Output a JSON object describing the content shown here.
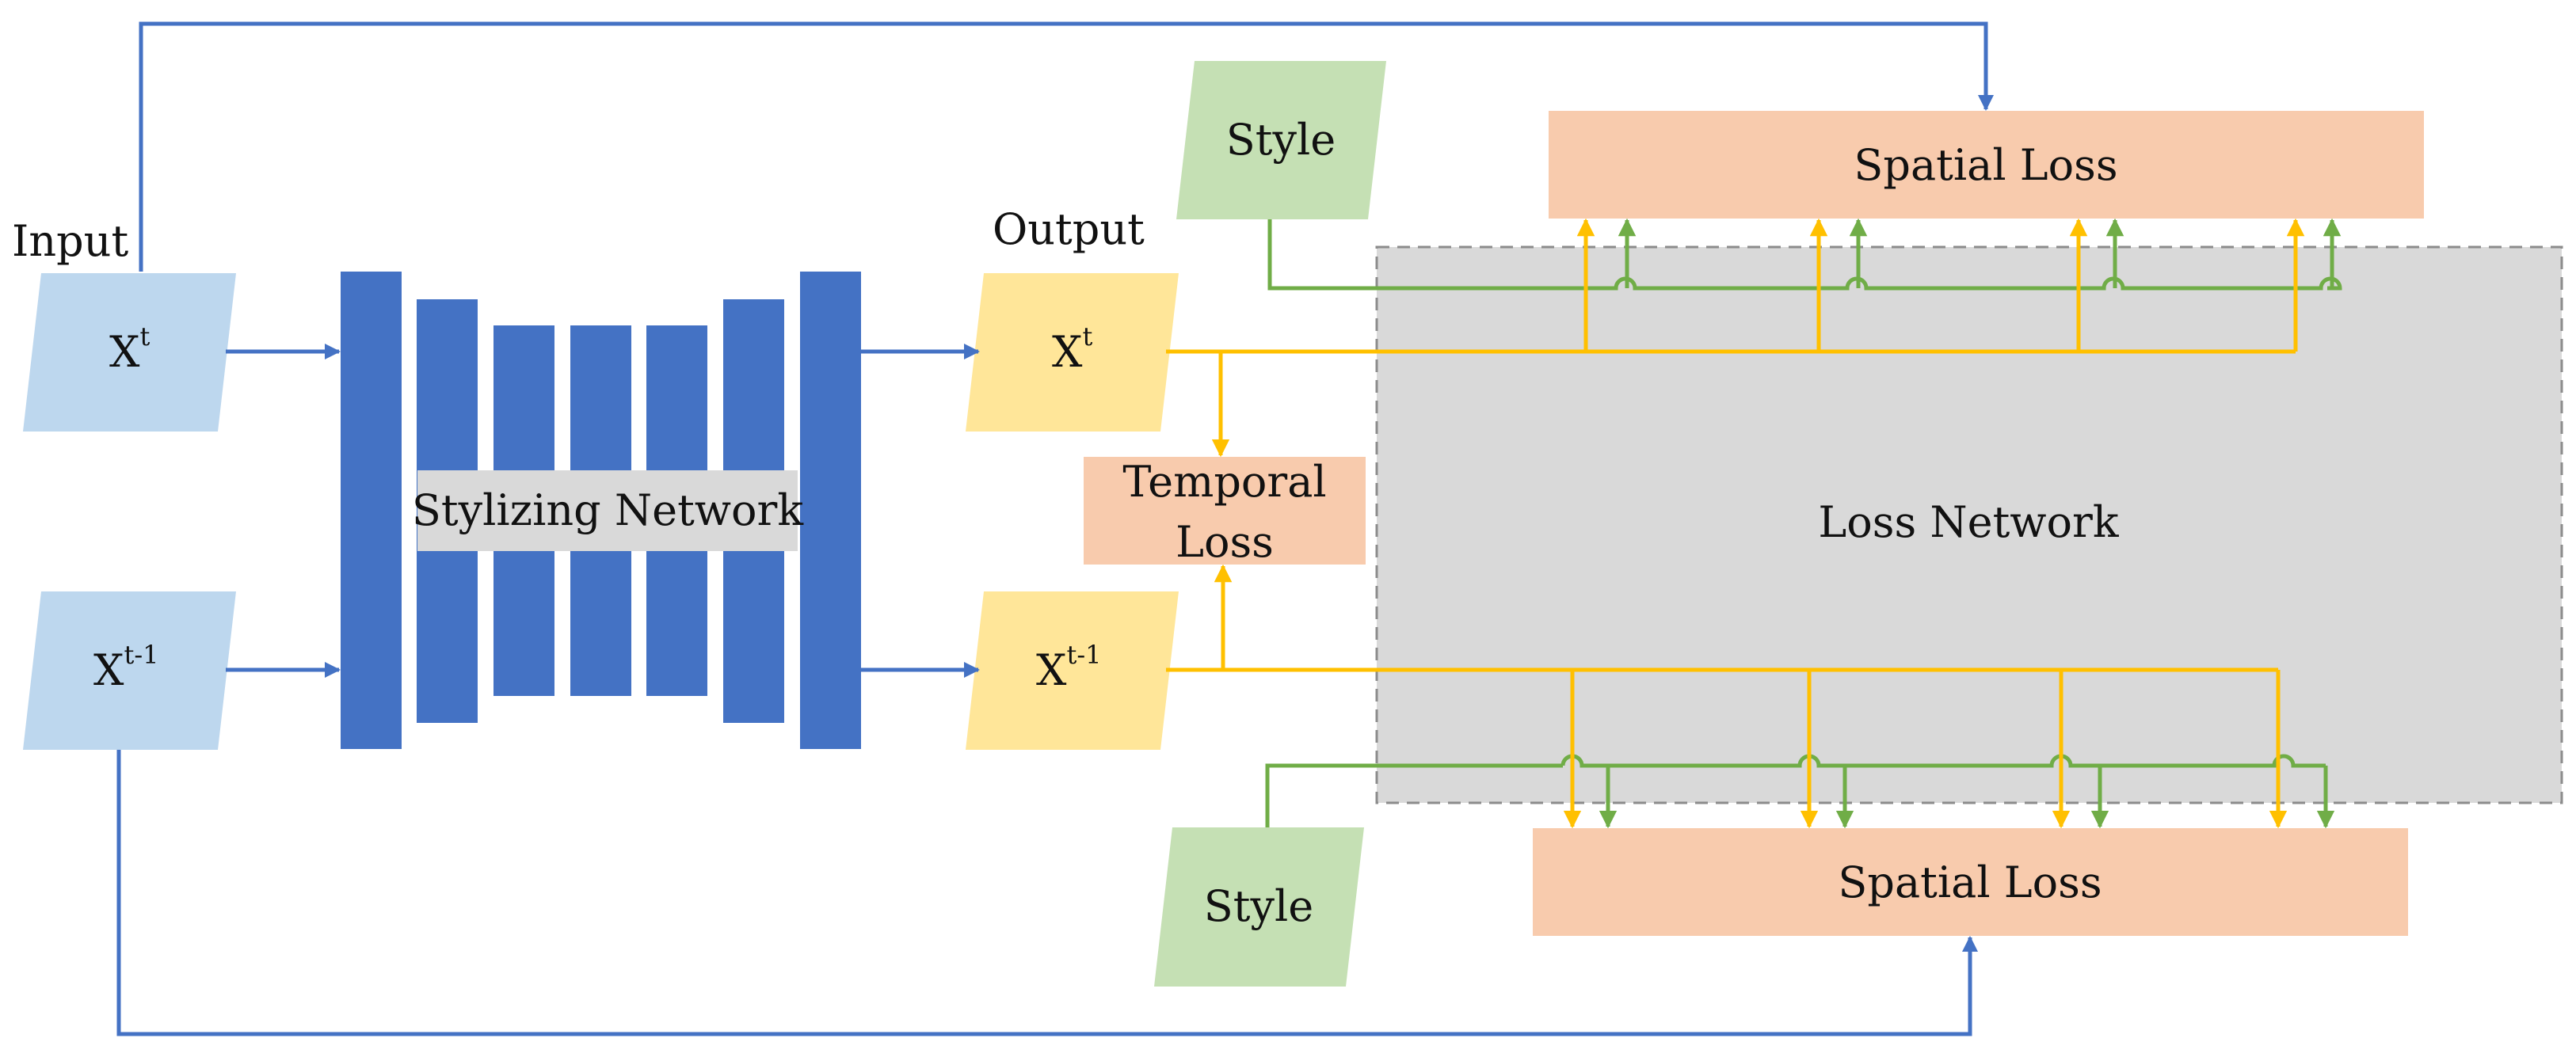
{
  "colors": {
    "input_fill": "#BDD7EE",
    "output_fill": "#FFE699",
    "style_fill": "#C5E0B4",
    "loss_fill": "#F8CBAD",
    "network_blue": "#4472C4",
    "loss_network_fill": "#D9D9D9",
    "arrow_blue": "#4472C4",
    "arrow_yellow": "#FFC000",
    "arrow_green": "#70AD47"
  },
  "labels": {
    "input_title": "Input",
    "output_title": "Output",
    "x_base": "X",
    "sup_t": "t",
    "sup_t1": "t-1",
    "stylizing_network": "Stylizing Network",
    "temporal_loss_line1": "Temporal",
    "temporal_loss_line2": "Loss",
    "loss_network": "Loss Network",
    "spatial_loss_top": "Spatial Loss",
    "spatial_loss_bottom": "Spatial Loss",
    "style_top": "Style",
    "style_bottom": "Style"
  }
}
